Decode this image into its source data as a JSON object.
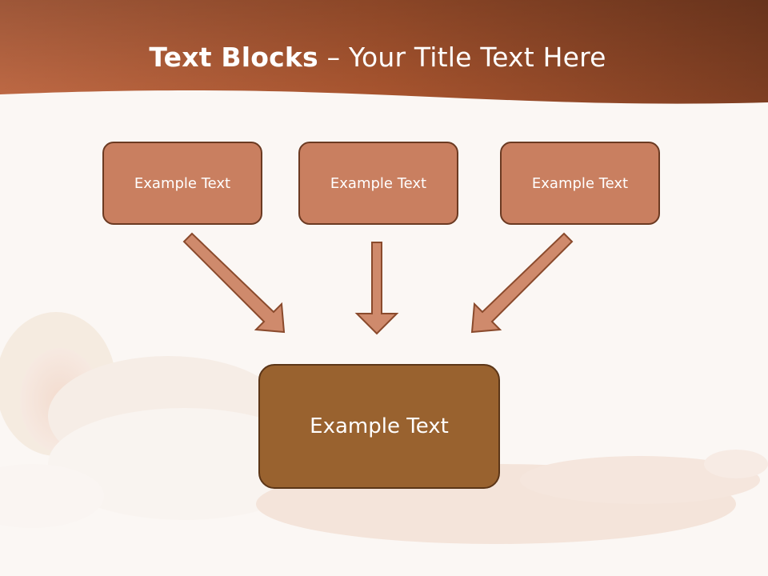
{
  "slide": {
    "title_bold": "Text Blocks",
    "title_dash": "–",
    "title_rest": "Your Title Text Here"
  },
  "diagram": {
    "source_boxes": [
      {
        "label": "Example Text"
      },
      {
        "label": "Example Text"
      },
      {
        "label": "Example Text"
      }
    ],
    "target_box": {
      "label": "Example Text"
    }
  },
  "colors": {
    "banner_dark": "#7e3e22",
    "banner_light": "#c06a45",
    "source_box_fill": "#c97f60",
    "target_box_fill": "#99622f",
    "arrow_fill": "#cf8a6c",
    "arrow_stroke": "#8a4a2c",
    "background": "#fbf7f4"
  }
}
